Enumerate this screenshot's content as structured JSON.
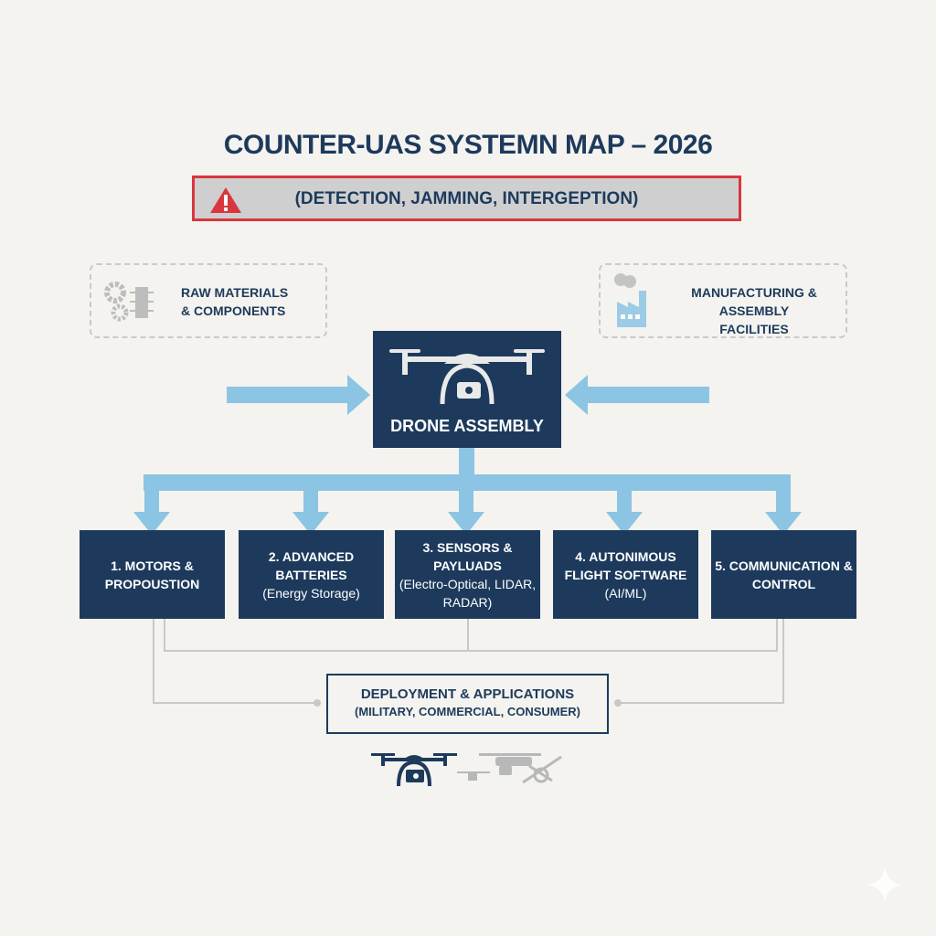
{
  "title": "COUNTER-UAS SYSTEMN MAP – 2026",
  "banner": {
    "text": "(DETECTION, JAMMING, INTERGEPTION)",
    "icon": "warning-icon"
  },
  "inputs": [
    {
      "line1": "RAW MATERIALS",
      "line2": "& COMPONENTS",
      "icon": "gears-chip-icon"
    },
    {
      "line1": "MANUFACTURING & ASSEMBLY",
      "line2": "FACILITIES",
      "icon": "factory-icon"
    }
  ],
  "center": {
    "label": "DRONE ASSEMBLY",
    "icon": "drone-icon"
  },
  "categories": [
    {
      "title": "1.    MOTORS & PROPOUSTION",
      "sub": ""
    },
    {
      "title": "2. ADVANCED BATTERIES",
      "sub": "(Energy Storage)"
    },
    {
      "title": "3. SENSORS & PAYLUADS",
      "sub": "(Electro-Optical, LIDAR, RADAR)"
    },
    {
      "title": "4.  AUTONIMOUS FLIGHT SOFTWARE",
      "sub": "(AI/ML)"
    },
    {
      "title": "5. COMMUNICATION & CONTROL",
      "sub": ""
    }
  ],
  "deployment": {
    "title": "DEPLOYMENT & APPLICATIONS",
    "sub": "(MILITARY, COMMERCIAL, CONSUMER)"
  },
  "colors": {
    "navy": "#1d3a5c",
    "arrow": "#8cc4e3",
    "alert": "#d9363e",
    "banner": "#cfcfcf"
  }
}
